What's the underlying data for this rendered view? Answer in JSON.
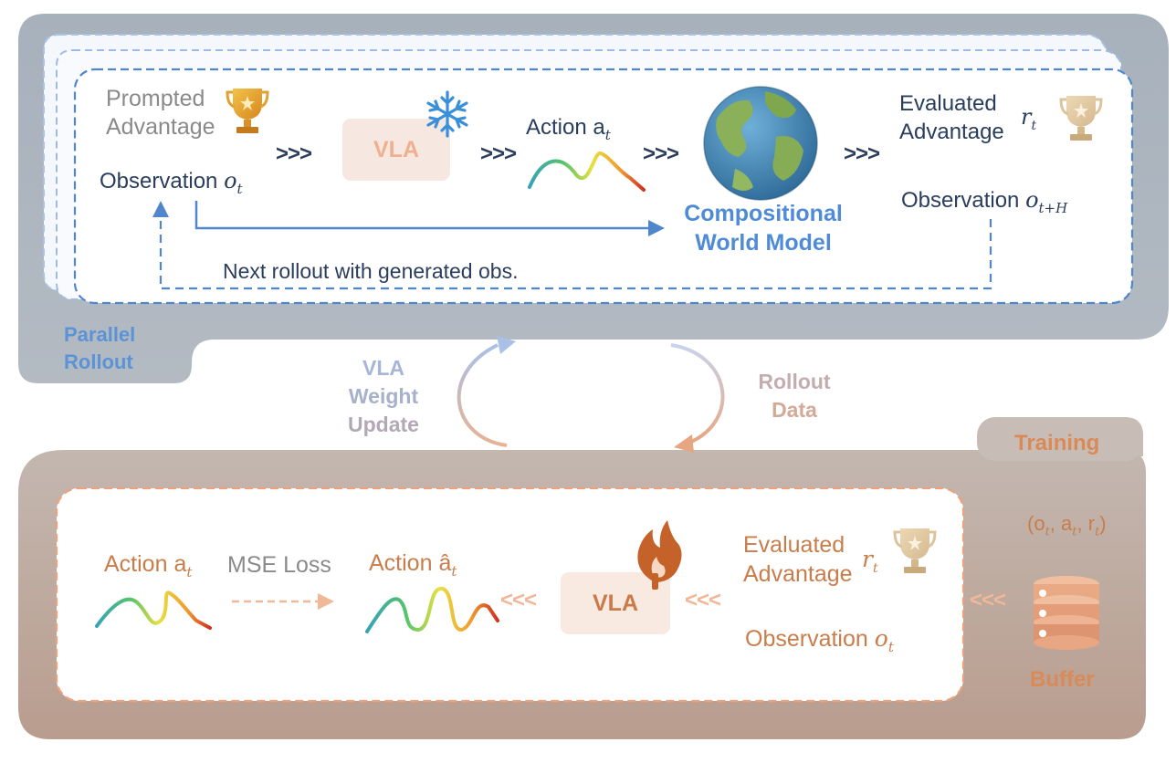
{
  "top_panel": {
    "section_label_line1": "Parallel",
    "section_label_line2": "Rollout",
    "prompted_line1": "Prompted",
    "prompted_line2": "Advantage",
    "observation_label": "Observation",
    "observation_sub": "o",
    "observation_subsub": "t",
    "vla_label": "VLA",
    "action_label": "Action",
    "action_sym": "a",
    "action_sub": "t",
    "world_model_line1": "Compositional",
    "world_model_line2": "World Model",
    "evaluated_line1": "Evaluated",
    "evaluated_line2": "Advantage",
    "reward_sym": "r",
    "reward_sub": "t",
    "next_obs_label": "Observation",
    "next_obs_sym": "o",
    "next_obs_sub": "t+H",
    "loop_caption": "Next rollout with generated obs.",
    "chevrons": ">>>"
  },
  "middle": {
    "left_line1": "VLA",
    "left_line2": "Weight",
    "left_line3": "Update",
    "right_line1": "Rollout",
    "right_line2": "Data"
  },
  "bottom_panel": {
    "section_label": "Training",
    "tuple_label": "(o",
    "tuple_sub1": "t",
    "tuple_mid1": ", a",
    "tuple_sub2": "t",
    "tuple_mid2": ", r",
    "tuple_sub3": "t",
    "tuple_end": ")",
    "buffer_label": "Buffer",
    "evaluated_line1": "Evaluated",
    "evaluated_line2": "Advantage",
    "reward_sym": "r",
    "reward_sub": "t",
    "observation_label": "Observation",
    "observation_sym": "o",
    "observation_sub": "t",
    "vla_label": "VLA",
    "action_hat_label": "Action",
    "action_hat_sym": "â",
    "action_hat_sub": "t",
    "mse_label": "MSE Loss",
    "action_label": "Action",
    "action_sym": "a",
    "action_sub": "t",
    "chevrons": "<<<"
  },
  "colors": {
    "top_panel_bg": "#adb6c0",
    "bottom_panel_bg": "#b9a398",
    "blue_accent": "#4f8bd6",
    "orange_accent": "#e8a27a"
  },
  "icons": [
    "trophy-icon",
    "snowflake-icon",
    "earth-icon",
    "fire-icon",
    "database-icon"
  ]
}
